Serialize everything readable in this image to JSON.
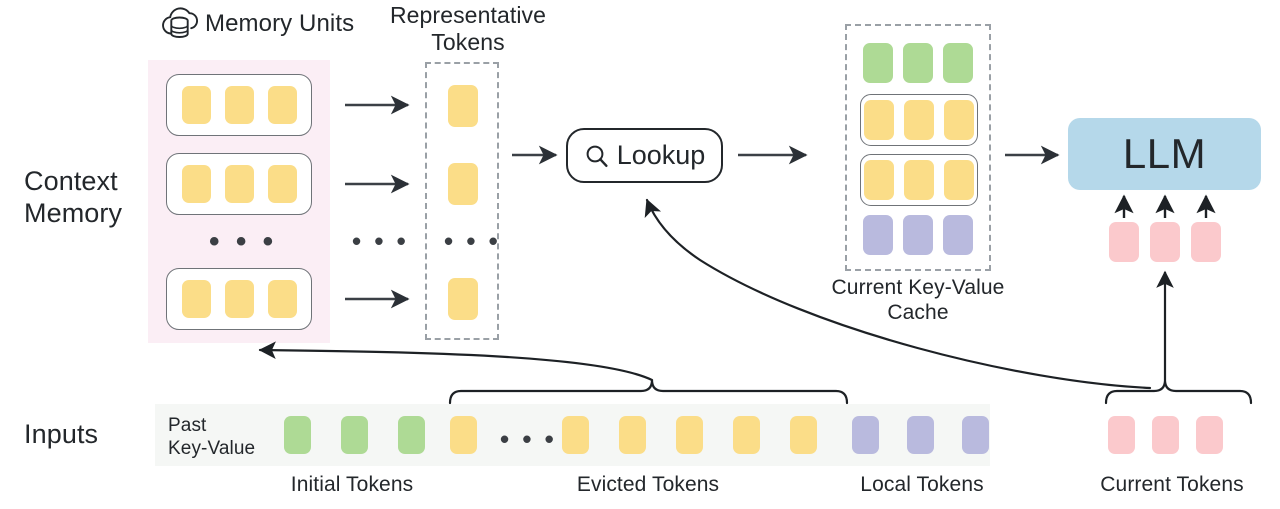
{
  "diagram": {
    "title_icon": "cloud-database-icon",
    "row_labels": {
      "context_memory": "Context\nMemory",
      "inputs": "Inputs"
    },
    "headings": {
      "memory_units": "Memory Units",
      "representative_tokens": "Representative\nTokens",
      "current_kv_cache": "Current Key-Value\nCache"
    },
    "lookup": {
      "label": "Lookup",
      "icon": "search-icon"
    },
    "llm": {
      "label": "LLM"
    },
    "ellipsis": "• • •",
    "context_memory": {
      "units": [
        {
          "tokens": [
            "yellow",
            "yellow",
            "yellow"
          ]
        },
        {
          "tokens": [
            "yellow",
            "yellow",
            "yellow"
          ]
        },
        {
          "tokens": [
            "yellow",
            "yellow",
            "yellow"
          ]
        }
      ],
      "ellipsis_between": true
    },
    "representative_tokens": {
      "tokens": [
        "yellow",
        "yellow",
        "yellow"
      ],
      "ellipsis_between": true
    },
    "kv_cache": {
      "rows": [
        {
          "color": "green",
          "count": 3,
          "bordered": false
        },
        {
          "color": "yellow",
          "count": 3,
          "bordered": true
        },
        {
          "color": "yellow",
          "count": 3,
          "bordered": true
        },
        {
          "color": "purple",
          "count": 3,
          "bordered": false
        }
      ]
    },
    "llm_input_tokens": {
      "color": "pink",
      "count": 3
    },
    "inputs_strip": {
      "past_key_value_label": "Past\nKey-Value",
      "groups": [
        {
          "name": "initial",
          "caption": "Initial Tokens",
          "color": "green",
          "count": 3
        },
        {
          "name": "evicted",
          "caption": "Evicted Tokens",
          "color": "yellow",
          "count": 6,
          "ellipsis_after_index": 1
        },
        {
          "name": "local",
          "caption": "Local Tokens",
          "color": "purple",
          "count": 3
        }
      ],
      "current": {
        "name": "current",
        "caption": "Current Tokens",
        "color": "pink",
        "count": 3
      }
    },
    "colors": {
      "yellow": "#FBDD88",
      "green": "#AEDA95",
      "purple": "#B9BADE",
      "pink": "#FBC9CC",
      "llm_blue": "#B5D8EA",
      "context_bg": "#FBEEF5",
      "inputs_bg": "#F5F7F5",
      "stroke": "#23272B",
      "dashed_stroke": "#9AA0A6"
    }
  }
}
